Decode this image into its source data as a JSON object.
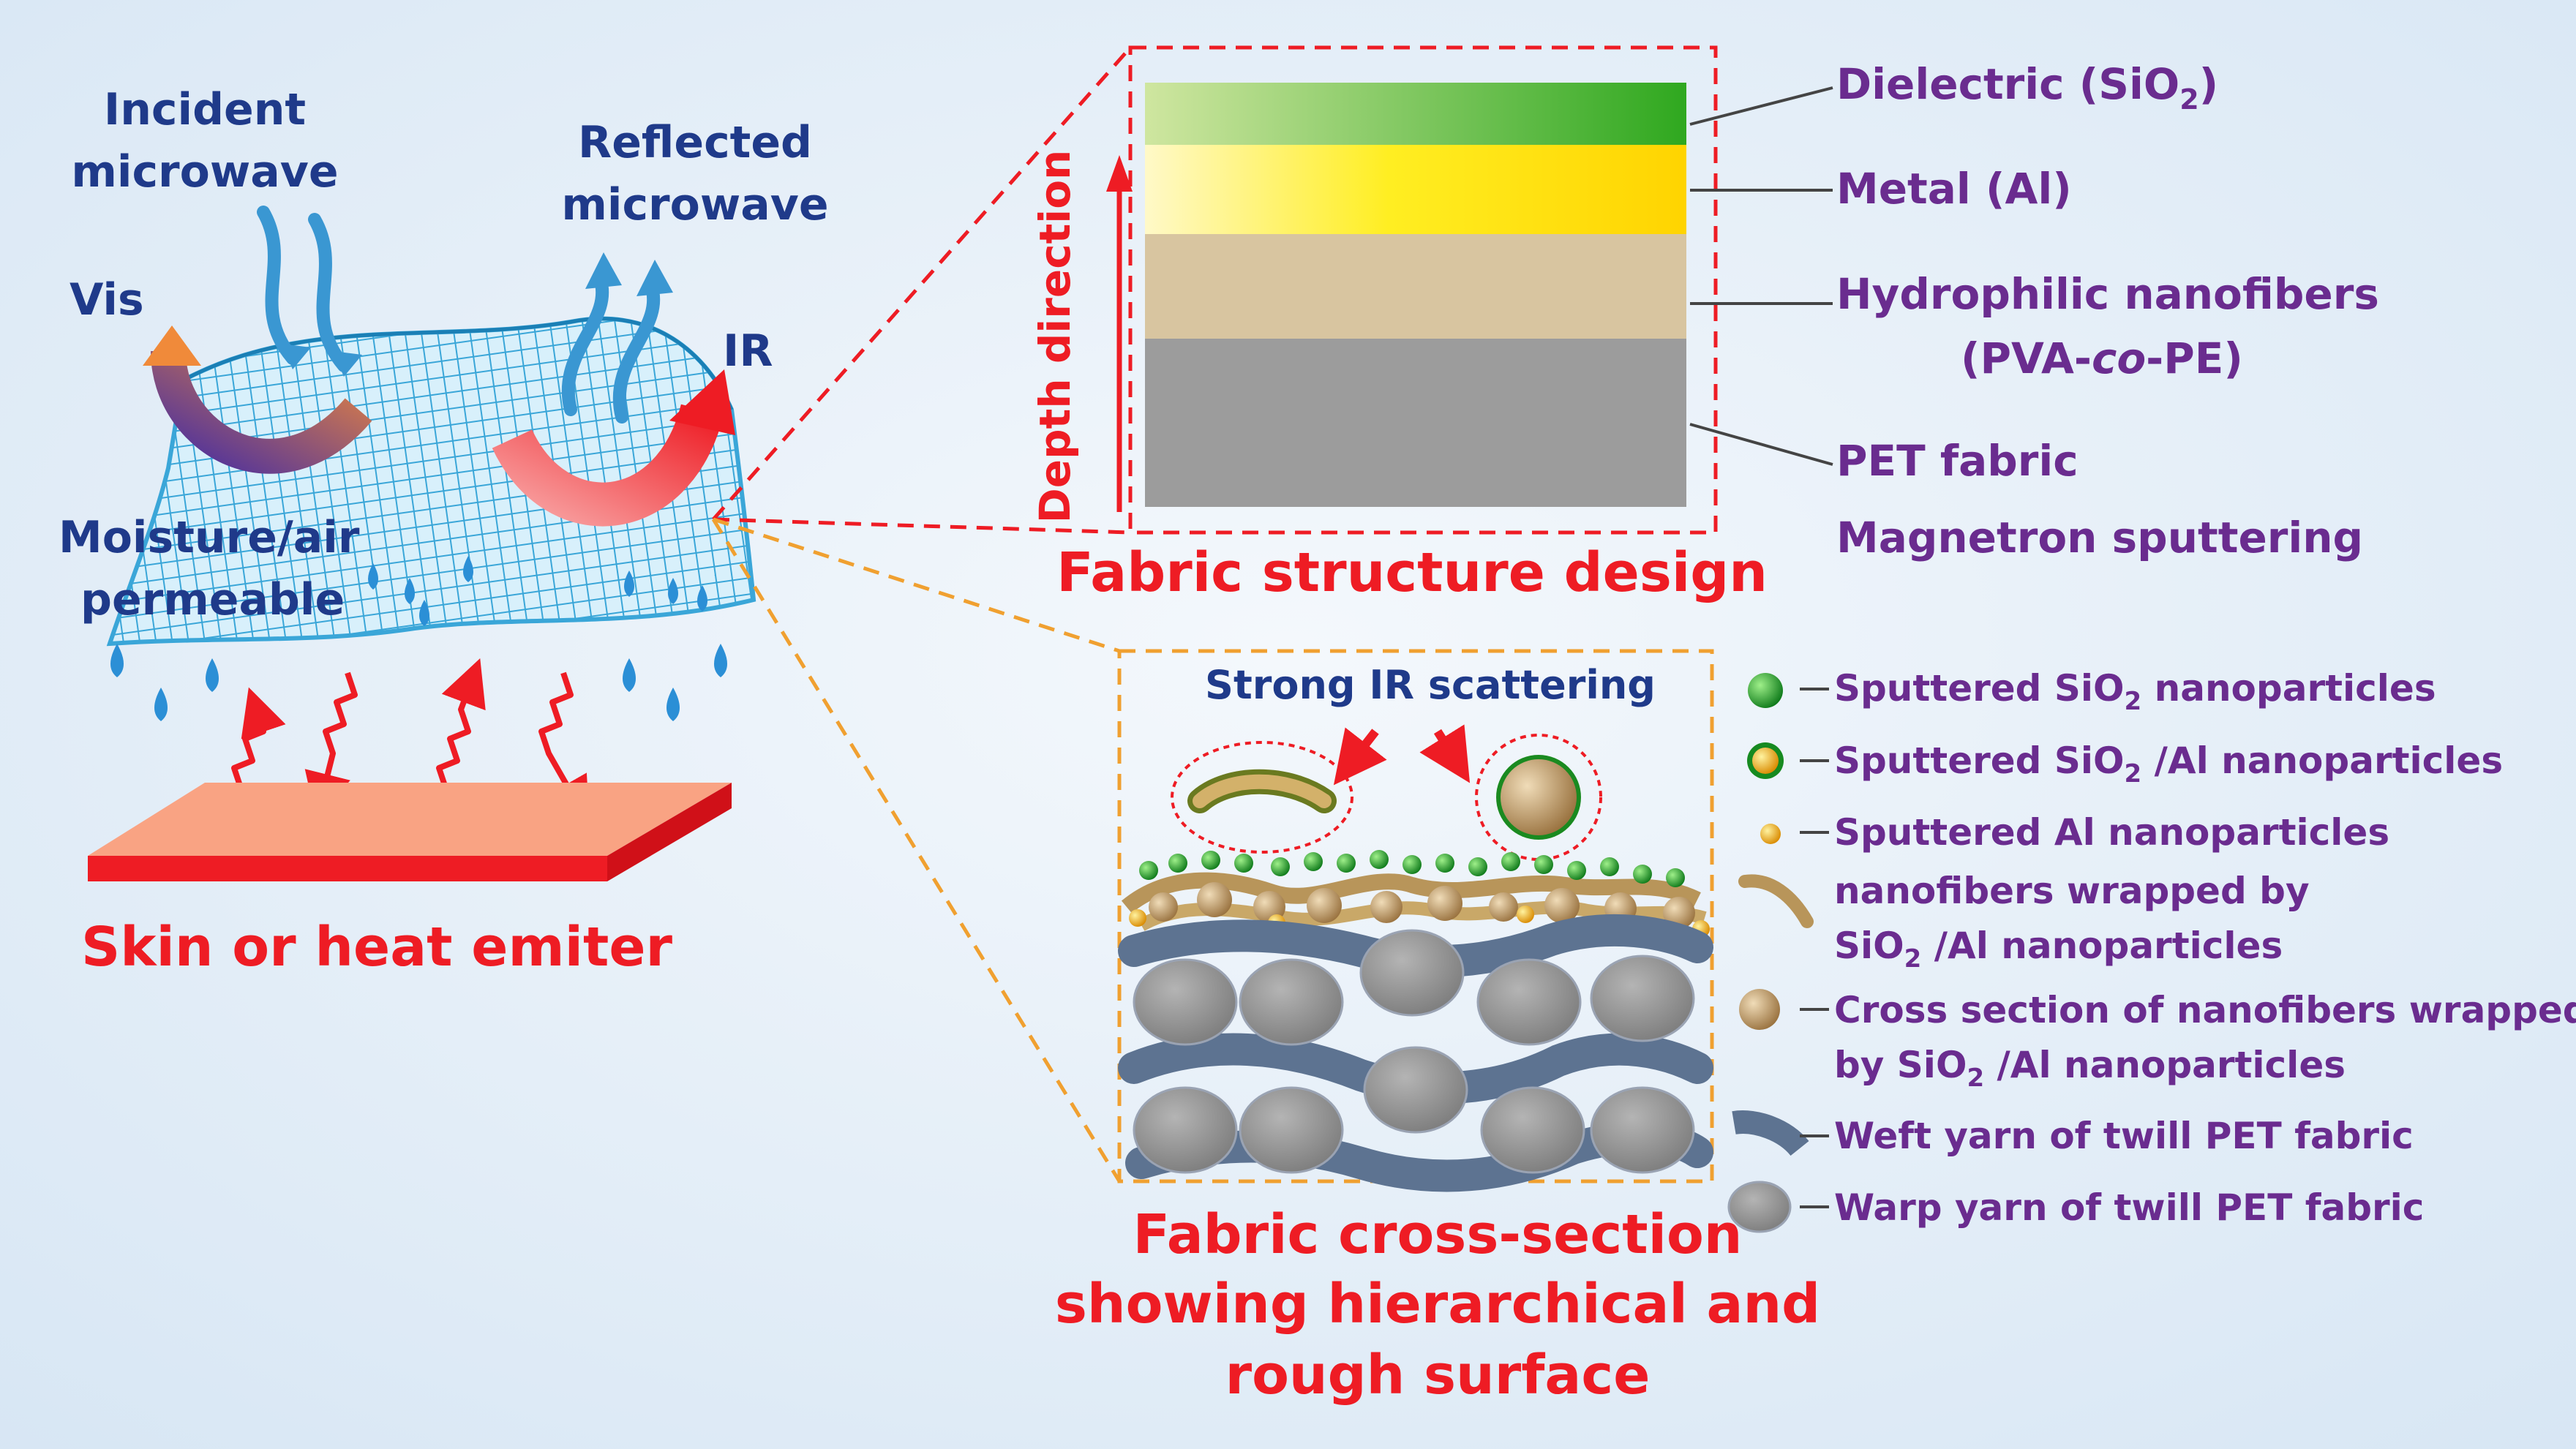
{
  "left_panel": {
    "incident_line1": "Incident",
    "incident_line2": "microwave",
    "reflected_line1": "Reflected",
    "reflected_line2": "microwave",
    "vis": "Vis",
    "ir": "IR",
    "moisture_line1": "Moisture/air",
    "moisture_line2": "permeable",
    "skin_label": "Skin or heat emiter"
  },
  "structure": {
    "depth_label": "Depth direction",
    "caption": "Fabric structure design",
    "layers": [
      {
        "name": "Dielectric (SiO",
        "sub": "2",
        "tail": ")"
      },
      {
        "name": "Metal (Al)"
      },
      {
        "name": "Hydrophilic nanofibers",
        "line2_a": "(PVA-",
        "line2_b": "co",
        "line2_c": "-PE)"
      },
      {
        "name": "PET fabric"
      }
    ],
    "process": "Magnetron sputtering"
  },
  "cross_section": {
    "scatter_label": "Strong IR scattering",
    "caption_line1": "Fabric cross-section",
    "caption_line2": "showing hierarchical and",
    "caption_line3": "rough surface"
  },
  "legend": [
    {
      "a": "Sputtered SiO",
      "sub": "2",
      "b": " nanoparticles",
      "icon": "green-sphere"
    },
    {
      "a": "Sputtered SiO",
      "sub": "2",
      "b": " /Al nanoparticles",
      "icon": "green-yellow-sphere"
    },
    {
      "a": "Sputtered Al nanoparticles",
      "icon": "small-yellow-sphere"
    },
    {
      "a": "nanofibers wrapped by",
      "a2": "SiO",
      "sub": "2",
      "b": " /Al nanoparticles",
      "icon": "brown-fiber"
    },
    {
      "a": "Cross section of nanofibers wrapped",
      "a2": "by SiO",
      "sub": "2",
      "b": " /Al nanoparticles",
      "icon": "brown-circle"
    },
    {
      "a": "Weft yarn of twill PET fabric",
      "icon": "weft-yarn"
    },
    {
      "a": "Warp yarn of twill PET fabric",
      "icon": "warp-yarn"
    }
  ],
  "colors": {
    "background": "#e3eef8",
    "red_accent": "#ee1c24",
    "orange_dash": "#f0a030",
    "navy_text": "#1f3a8a",
    "purple_text": "#6a2c8f",
    "yarn": "#8c8c8c",
    "weft": "#5d7391"
  }
}
